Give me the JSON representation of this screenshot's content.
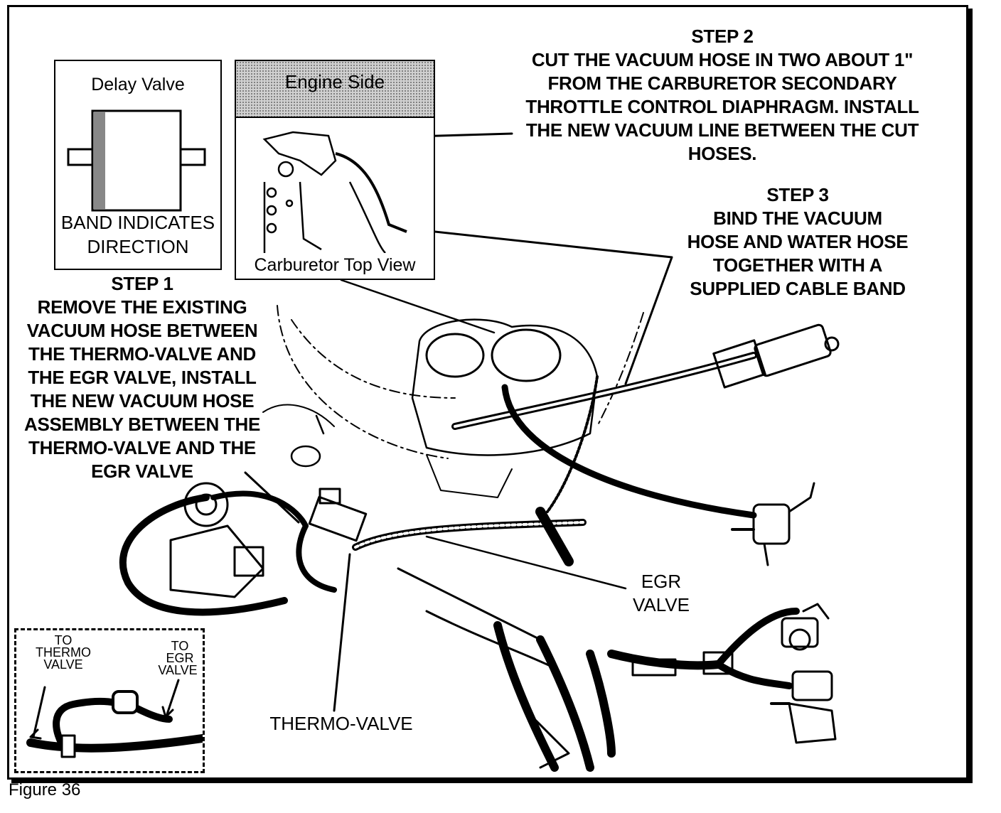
{
  "figure_caption": "Figure 36",
  "delay_valve_box": {
    "title": "Delay Valve",
    "band_label_line1": "BAND INDICATES",
    "band_label_line2": "DIRECTION"
  },
  "carb_box": {
    "header": "Engine Side",
    "footer": "Carburetor Top View"
  },
  "step1": {
    "heading": "STEP 1",
    "lines": [
      "REMOVE THE EXISTING",
      "VACUUM HOSE BETWEEN",
      "THE THERMO-VALVE AND",
      "THE EGR VALVE, INSTALL",
      "THE NEW VACUUM HOSE",
      "ASSEMBLY BETWEEN THE",
      "THERMO-VALVE AND THE",
      "EGR VALVE"
    ]
  },
  "step2": {
    "heading": "STEP 2",
    "lines": [
      "CUT THE VACUUM HOSE IN TWO ABOUT 1\"",
      "FROM THE CARBURETOR SECONDARY",
      "THROTTLE CONTROL DIAPHRAGM. INSTALL",
      "THE NEW VACUUM LINE BETWEEN THE CUT",
      "HOSES."
    ]
  },
  "step3": {
    "heading": "STEP 3",
    "lines": [
      "BIND THE VACUUM",
      "HOSE AND WATER HOSE",
      "TOGETHER WITH A",
      "SUPPLIED CABLE BAND"
    ]
  },
  "labels": {
    "egr_valve_line1": "EGR",
    "egr_valve_line2": "VALVE",
    "thermo_valve": "THERMO-VALVE"
  },
  "inset": {
    "to_thermo_line1": "TO",
    "to_thermo_line2": "THERMO",
    "to_thermo_line3": "VALVE",
    "to_egr_line1": "TO",
    "to_egr_line2": "EGR",
    "to_egr_line3": "VALVE"
  }
}
